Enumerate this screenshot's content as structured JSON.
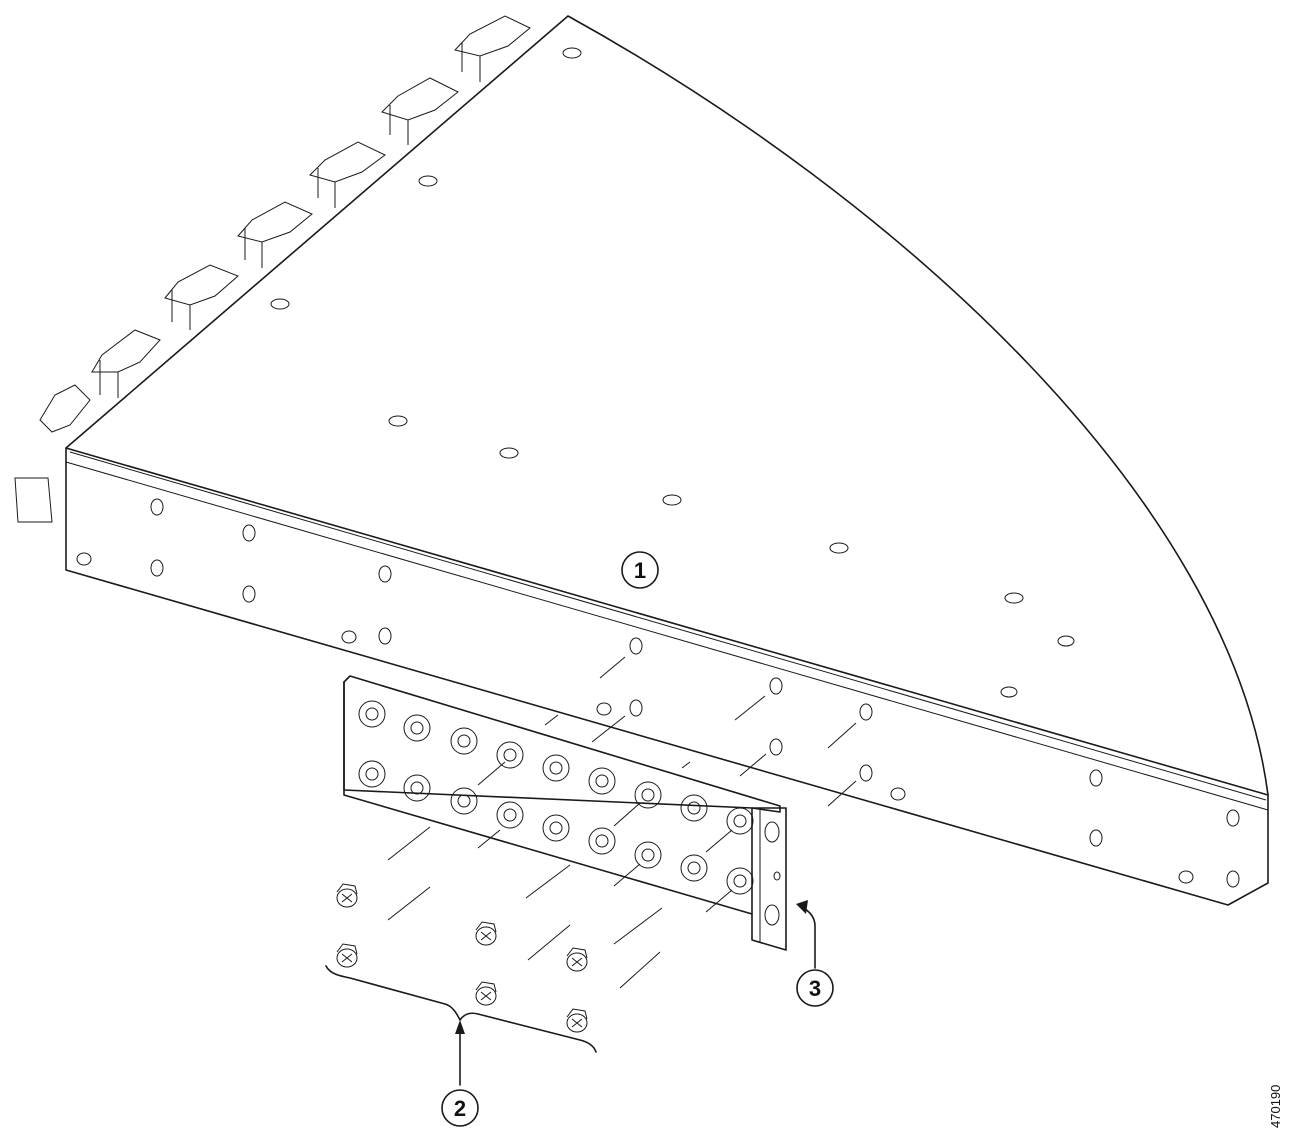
{
  "callouts": [
    {
      "id": "1",
      "label": "1"
    },
    {
      "id": "2",
      "label": "2"
    },
    {
      "id": "3",
      "label": "3"
    }
  ],
  "figure_id": "470190",
  "colors": {
    "line": "#1a1a1a",
    "background": "#ffffff"
  }
}
